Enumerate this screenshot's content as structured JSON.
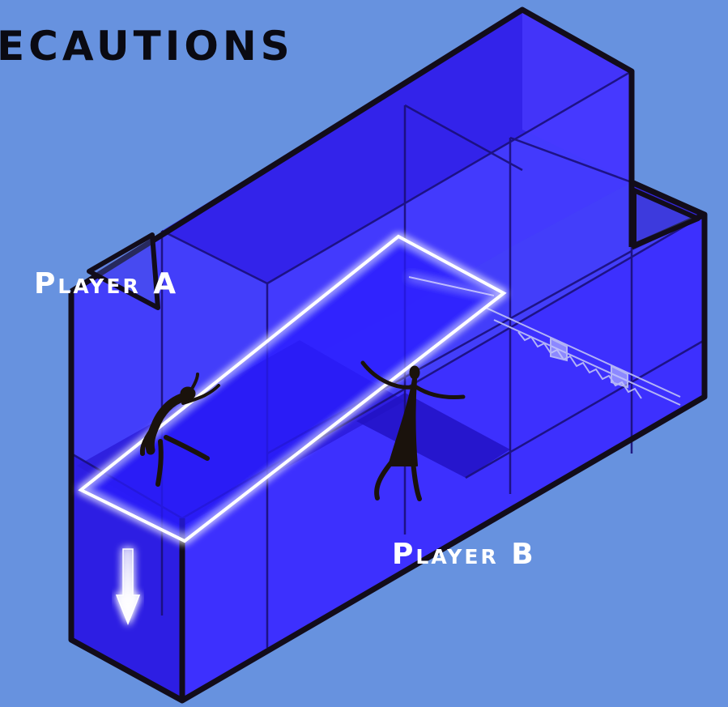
{
  "title": "ECAUTIONS",
  "labels": {
    "player_a": "Player A",
    "player_b": "Player B"
  },
  "colors": {
    "background": "#6792df",
    "room_fill": "#3b2cff",
    "outline": "#120c1a",
    "glow": "#ffffff",
    "figure": "#1a120c",
    "text": "#ffffff"
  },
  "icons": {
    "down_arrow": "down-arrow-icon"
  }
}
